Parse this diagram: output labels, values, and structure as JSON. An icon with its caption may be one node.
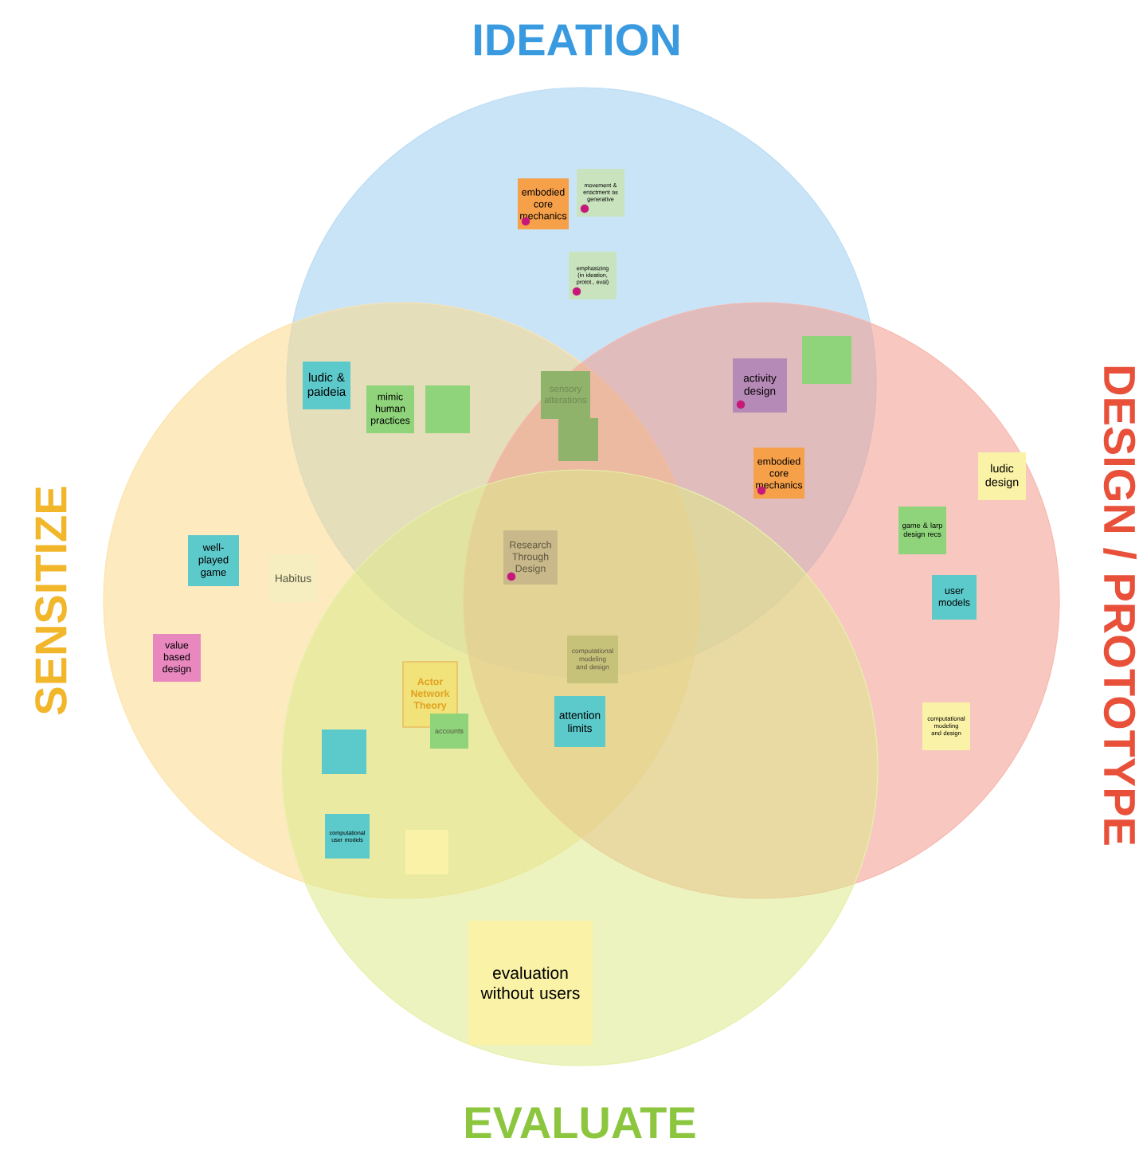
{
  "diagram": {
    "nodes": [
      {
        "text": [
          "IDEATION"
        ]
      },
      {
        "text": [
          "SENSITIZE"
        ]
      },
      {
        "text": [
          "DESIGN / PROTOTYPE"
        ]
      },
      {
        "text": [
          "EVALUATE"
        ]
      },
      {
        "text": [
          "embodied core mechanics"
        ],
        "in": 0
      },
      {
        "text": [
          "movement & enactment as generative"
        ],
        "in": 0
      },
      {
        "text": [
          "emphasizing (in ideation, protot., eval)"
        ],
        "in": 0
      },
      {
        "text": [
          "ludic & paideia"
        ]
      },
      {
        "text": [
          "mimic human practices"
        ]
      },
      {
        "text": [],
        "shape": "box"
      },
      {
        "text": [
          "sensory alterations"
        ]
      },
      {
        "text": [],
        "shape": "box"
      },
      {
        "text": [
          "activity design"
        ]
      },
      {
        "text": [],
        "shape": "box"
      },
      {
        "text": [
          "embodied core mechanics"
        ]
      },
      {
        "text": [
          "ludic design"
        ],
        "in": 2
      },
      {
        "text": [
          "game & larp design recs"
        ],
        "in": 2
      },
      {
        "text": [
          "user models"
        ],
        "in": 2
      },
      {
        "text": [
          "computational modeling and design"
        ],
        "in": 2
      },
      {
        "text": [
          "Research Through Design"
        ]
      },
      {
        "text": [
          "computational modeling and design"
        ]
      },
      {
        "text": [
          "attention limits"
        ]
      },
      {
        "text": [
          "well-played game"
        ],
        "in": 1
      },
      {
        "text": [
          "Habitus"
        ],
        "in": 1
      },
      {
        "text": [
          "value based design"
        ],
        "in": 1
      },
      {
        "text": [
          "Actor Network Theory"
        ]
      },
      {
        "text": [
          "accounts"
        ]
      },
      {
        "text": [],
        "shape": "box"
      },
      {
        "text": [
          "computational user models"
        ]
      },
      {
        "text": [],
        "shape": "box"
      },
      {
        "text": [
          "evaluation without users"
        ],
        "in": 3
      }
    ]
  }
}
